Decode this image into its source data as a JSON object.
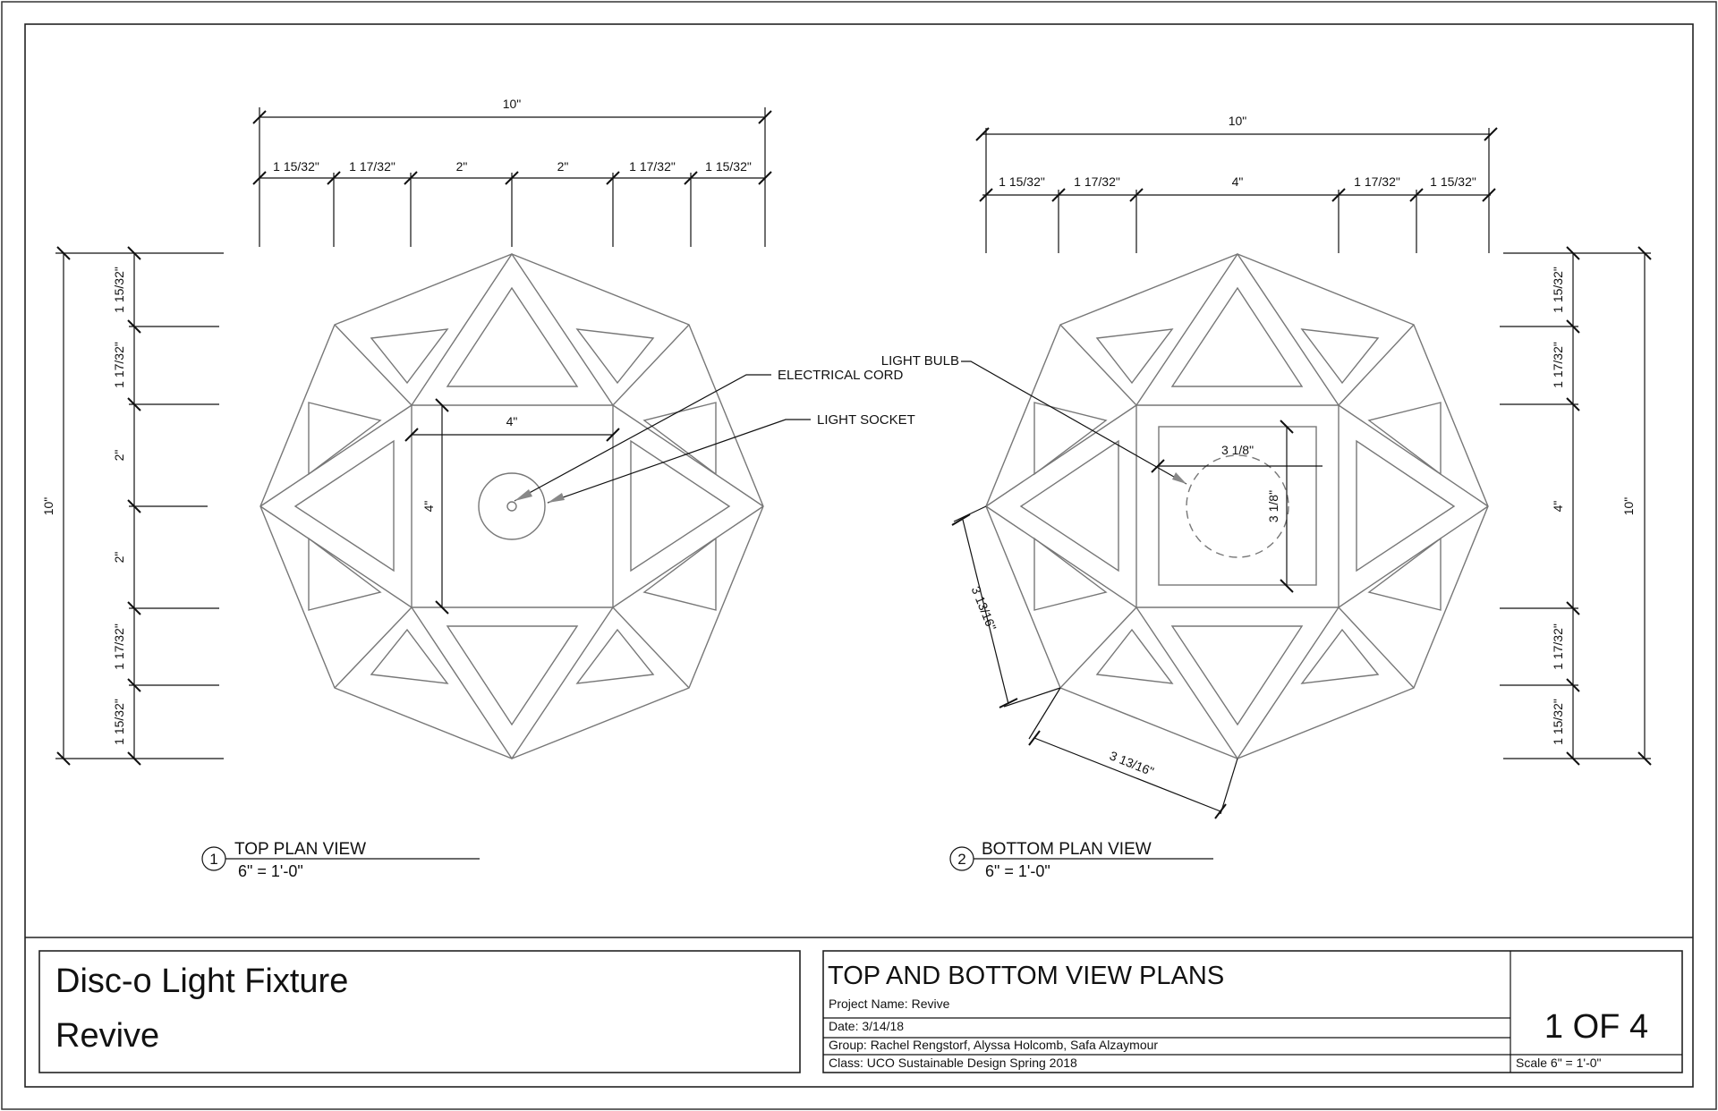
{
  "view1": {
    "number": "1",
    "title": "TOP PLAN VIEW",
    "scale": "6\" = 1'-0\"",
    "dims_top_overall": "10\"",
    "dims_top": [
      "1 15/32\"",
      "1 17/32\"",
      "2\"",
      "2\"",
      "1 17/32\"",
      "1 15/32\""
    ],
    "dims_left_overall": "10\"",
    "dims_left": [
      "1 15/32\"",
      "1 17/32\"",
      "2\"",
      "2\"",
      "1 17/32\"",
      "1 15/32\""
    ],
    "inner_width": "4\"",
    "inner_height": "4\"",
    "callout_cord": "ELECTRICAL CORD",
    "callout_socket": "LIGHT SOCKET"
  },
  "view2": {
    "number": "2",
    "title": "BOTTOM PLAN VIEW",
    "scale": "6\" = 1'-0\"",
    "dims_top_overall": "10\"",
    "dims_top": [
      "1 15/32\"",
      "1 17/32\"",
      "4\"",
      "1 17/32\"",
      "1 15/32\""
    ],
    "dims_right_overall": "10\"",
    "dims_right": [
      "1 15/32\"",
      "1 17/32\"",
      "4\"",
      "1 17/32\"",
      "1 15/32\""
    ],
    "bulb_width": "3 1/8\"",
    "bulb_height": "3 1/8\"",
    "edge_dim_left": "3 13/16\"",
    "edge_dim_bottom": "3 13/16\"",
    "callout_bulb": "LIGHT BULB"
  },
  "title_block": {
    "project_title": "Disc-o Light Fixture",
    "project_subtitle": "Revive",
    "sheet_title": "TOP AND BOTTOM VIEW PLANS",
    "project_name": "Project Name: Revive",
    "date": "Date: 3/14/18",
    "group": "Group: Rachel Rengstorf, Alyssa Holcomb, Safa Alzaymour",
    "class": "Class: UCO Sustainable Design Spring 2018",
    "sheet_number": "1 OF 4",
    "scale": "Scale  6\" = 1'-0\""
  }
}
